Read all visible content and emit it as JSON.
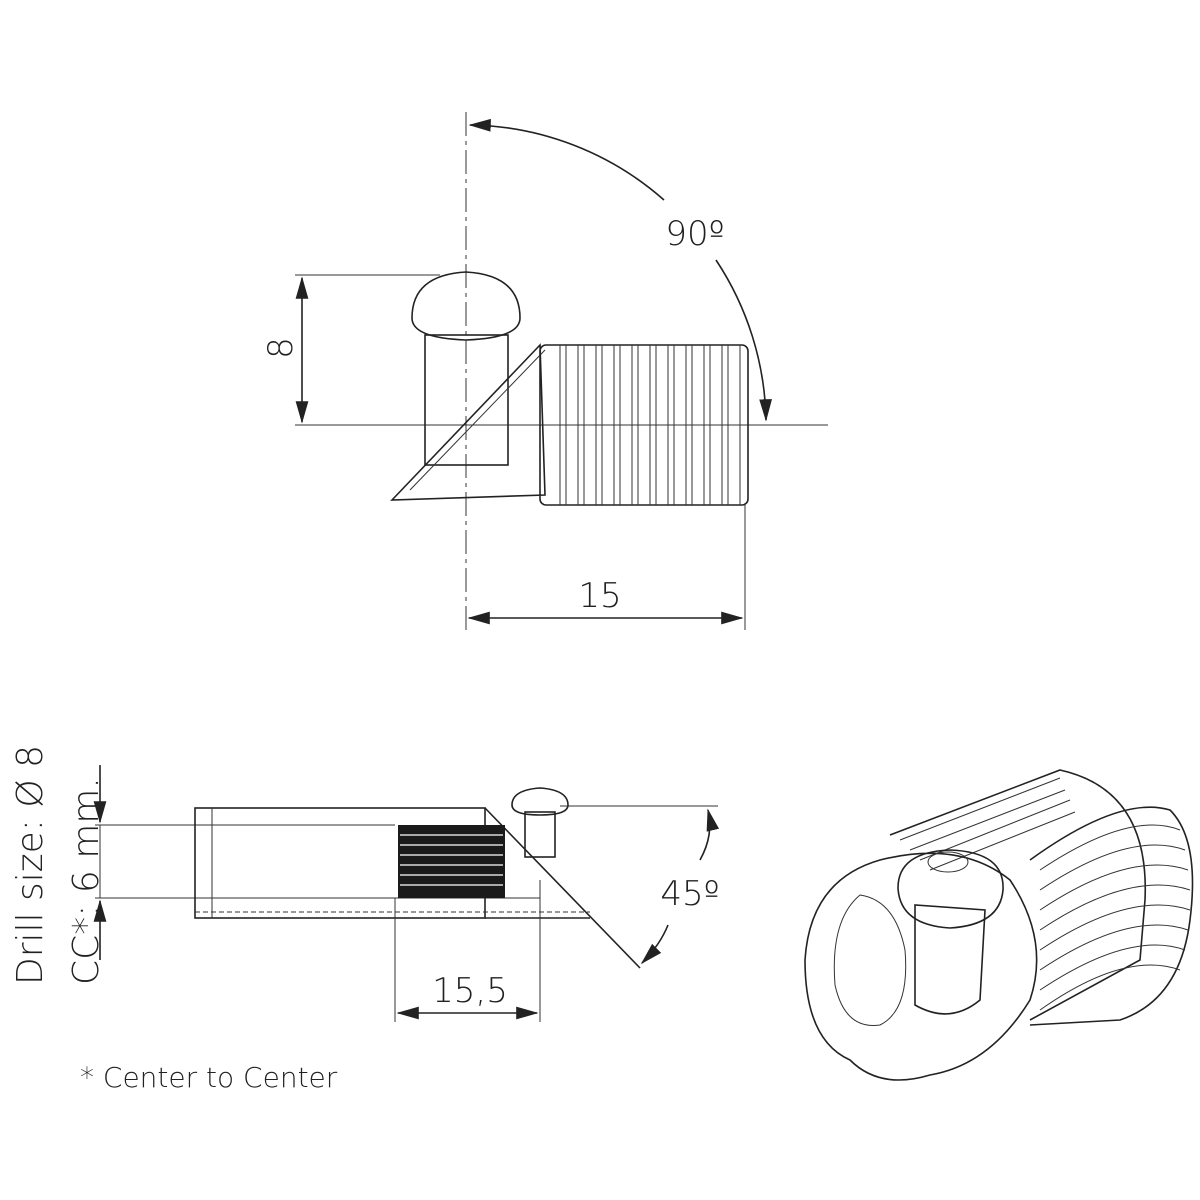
{
  "top_view": {
    "angle_label": "90º",
    "height_label": "8",
    "length_label": "15"
  },
  "side_view": {
    "drill_label": "Drill size: Ø 8",
    "cc_label": "CC*: 6 mm.",
    "angle_label": "45º",
    "length_label": "15,5"
  },
  "footnote": "* Center to Center"
}
